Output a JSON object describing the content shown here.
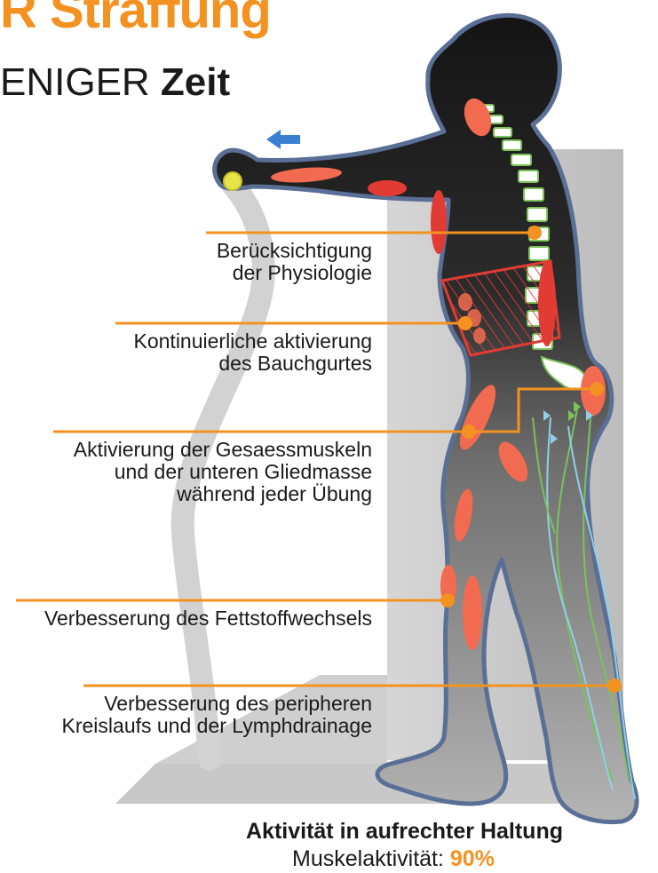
{
  "header": {
    "title_line1": "R Straffung",
    "title_line2_prefix": "ENIGER ",
    "title_line2_bold": "Zeit"
  },
  "labels": [
    {
      "lines": [
        "Berücksichtigung",
        "der Physiologie"
      ]
    },
    {
      "lines": [
        "Kontinuierliche aktivierung",
        "des Bauchgurtes"
      ]
    },
    {
      "lines": [
        "Aktivierung der Gesaessmuskeln",
        "und der unteren Gliedmasse",
        "während jeder Übung"
      ]
    },
    {
      "lines": [
        "Verbesserung des Fettstoffwechsels"
      ]
    },
    {
      "lines": [
        "Verbesserung des peripheren",
        "Kreislaufs und der Lymphdrainage"
      ]
    }
  ],
  "footer": {
    "line1": "Aktivität in aufrechter Haltung",
    "line2_prefix": "Muskelaktivität: ",
    "line2_value": "90%"
  },
  "colors": {
    "accent": "#f39220",
    "muscle": "#f26b50",
    "muscle_dark": "#e23b34",
    "body_dark": "#1a1a1a",
    "body_mid": "#8a8a8a",
    "outline": "#5a6e96",
    "arrow": "#3c7fd0",
    "handle": "#e8e34a",
    "vessel_green": "#7cc25a",
    "vessel_blue": "#8fcfe8"
  },
  "icons": [
    "direction-arrow-icon",
    "handle-grip-icon",
    "callout-dot-icon"
  ]
}
